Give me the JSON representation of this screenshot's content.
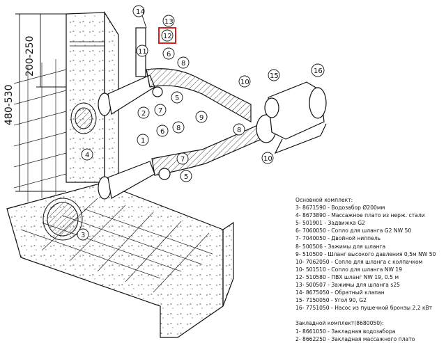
{
  "dimensions": {
    "upper": "200-250",
    "total": "480-530"
  },
  "callouts": [
    "14",
    "13",
    "12",
    "11",
    "6",
    "8",
    "15",
    "16",
    "10",
    "5",
    "7",
    "2",
    "4",
    "9",
    "8",
    "10",
    "1",
    "6",
    "8",
    "7",
    "5",
    "3"
  ],
  "highlight_color": "#d62020",
  "highlighted_callout": "12",
  "legend": {
    "main_title": "Основной комплект:",
    "main_items": [
      "3- 8671590 - Водозабор Ø200мм",
      "4- 8673890 - Массажное плато из нерж. стали",
      "5- 501901 - Задвижка G2",
      "6- 7060050 - Сопло для шланга G2 NW 50",
      "7- 7040050 - Двойной ниппель",
      "8- 500506 - Зажимы для шланга",
      "9- 510500 - Шланг высокого давления 0,5м NW 50",
      "10- 7062050 - Сопло для шланга с колпачком",
      "10- 501510 - Сопло для шланга NW 19",
      "12- 510580 - ПВХ шланг NW 19, 0.5 м",
      "13- 500507 - Зажимы для шланга s25",
      "14- 8675050 - Обратный клапан",
      "15- 7150050 - Угол 90, G2",
      "16- 7751050 - Насос из пушечной бронзы 2,2 кВт"
    ],
    "embed_title": "Закладной комплект(8680050):",
    "embed_items": [
      "1- 8661050 - Закладная водозабора",
      "2- 8662250 - Закладная массажного плато"
    ]
  }
}
